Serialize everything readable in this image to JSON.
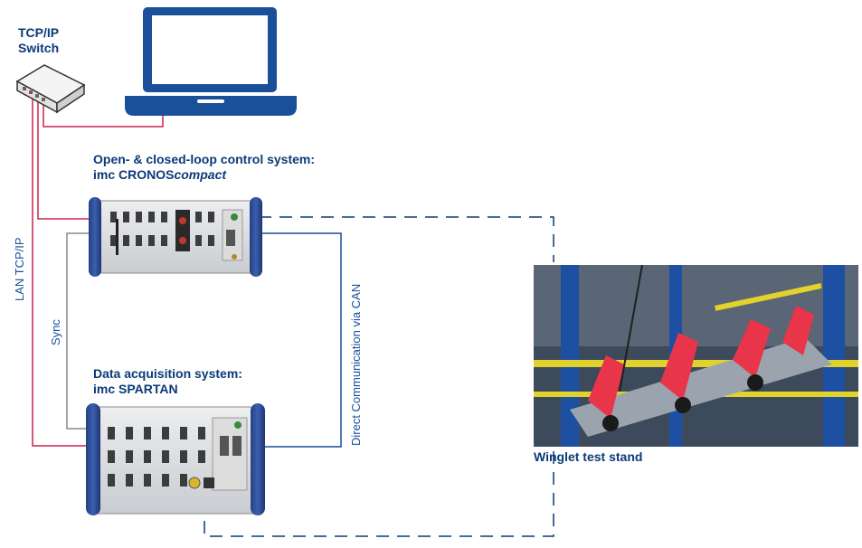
{
  "switch": {
    "label_line1": "TCP/IP",
    "label_line2": "Switch"
  },
  "control_system": {
    "label_line1": "Open- & closed-loop control system:",
    "label_prefix": "imc CRONOS",
    "label_suffix": "compact"
  },
  "daq_system": {
    "label_line1": "Data acquisition system:",
    "label_line2": "imc SPARTAN"
  },
  "test_stand": {
    "caption": "Winglet test stand"
  },
  "connections": {
    "lan": "LAN TCP/IP",
    "sync": "Sync",
    "can": "Direct Communication via CAN"
  },
  "colors": {
    "lan_wire": "#c8234f",
    "can_wire": "#1a4f9a",
    "dashed": "#0b3a78",
    "sync_wire": "#8a8a8a",
    "brand_blue": "#1a4f9a"
  }
}
